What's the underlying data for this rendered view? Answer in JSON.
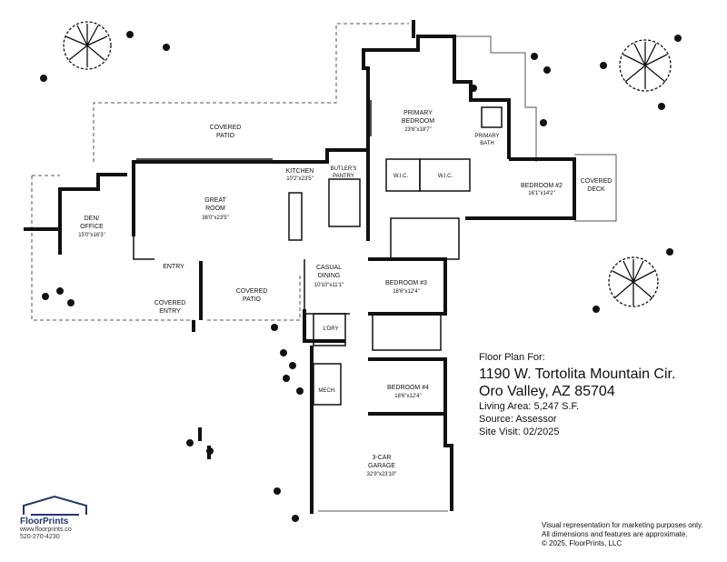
{
  "rooms": {
    "covered_patio_top": {
      "name": "COVERED\nPATIO",
      "dim": ""
    },
    "kitchen": {
      "name": "KITCHEN",
      "dim": "10'2\"x23'5\""
    },
    "butlers_pantry": {
      "name": "BUTLER'S\nPANTRY",
      "dim": ""
    },
    "great_room": {
      "name": "GREAT\nROOM",
      "dim": "38'0\"x23'5\""
    },
    "den_office": {
      "name": "DEN/\nOFFICE",
      "dim": "15'0\"x16'3\""
    },
    "entry": {
      "name": "ENTRY",
      "dim": ""
    },
    "covered_entry": {
      "name": "COVERED\nENTRY",
      "dim": ""
    },
    "covered_patio_mid": {
      "name": "COVERED\nPATIO",
      "dim": ""
    },
    "casual_dining": {
      "name": "CASUAL\nDINING",
      "dim": "10'10\"x11'1\""
    },
    "primary_bedroom": {
      "name": "PRIMARY\nBEDROOM",
      "dim": "23'6\"x18'7\""
    },
    "primary_bath": {
      "name": "PRIMARY\nBATH",
      "dim": ""
    },
    "wic_1": {
      "name": "W.I.C.",
      "dim": ""
    },
    "wic_2": {
      "name": "W.I.C.",
      "dim": ""
    },
    "bedroom_2": {
      "name": "BEDROOM #2",
      "dim": "16'1\"x14'2\""
    },
    "covered_deck": {
      "name": "COVERED\nDECK",
      "dim": ""
    },
    "bedroom_3": {
      "name": "BEDROOM #3",
      "dim": "18'6\"x12'4\""
    },
    "laundry": {
      "name": "L'DRY",
      "dim": ""
    },
    "mech": {
      "name": "MECH.",
      "dim": ""
    },
    "bedroom_4": {
      "name": "BEDROOM #4",
      "dim": "18'6\"x12'4\""
    },
    "garage": {
      "name": "3-CAR\nGARAGE",
      "dim": "32'9\"x23'10\""
    }
  },
  "info": {
    "for_label": "Floor Plan For:",
    "address_line1": "1190 W. Tortolita Mountain Cir.",
    "address_line2": "Oro Valley, AZ  85704",
    "living_area": "Living Area:  5,247 S.F.",
    "source": "Source:  Assessor",
    "site_visit": "Site Visit:  02/2025"
  },
  "disclaimer": {
    "line1": "Visual representation for marketing purposes only.",
    "line2": "All dimensions and features are approximate.",
    "line3": "© 2025, FloorPrints, LLC"
  },
  "brand": {
    "name": "FloorPrints",
    "website": "www.floorprints.co",
    "phone": "520-270-4230"
  },
  "colors": {
    "wall": "#111111",
    "outline": "#555555",
    "brand": "#23366e"
  }
}
